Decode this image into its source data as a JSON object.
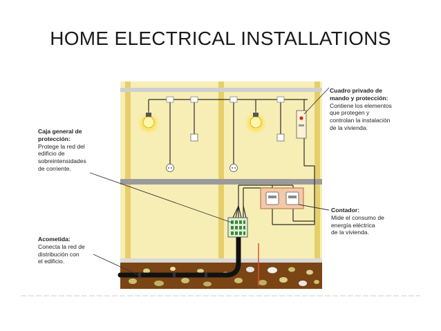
{
  "title": "HOME ELECTRICAL INSTALLATIONS",
  "labels": {
    "cuadro": {
      "head": "Cuadro privado de\nmando y protección:",
      "body": "Contiene los elementos\nque protegen y\ncontrolan la instalación\nde la vivienda."
    },
    "caja": {
      "head": "Caja general de\nprotección:",
      "body": "Protege la red del\nedificio de\nsobreintensidades\nde corriente."
    },
    "contador": {
      "head": "Contador:",
      "body": "Mide el consumo de\nenergía eléctrica\nde la vivienda."
    },
    "acometida": {
      "head": "Acometida:",
      "body": "Conecta la red de\ndistribución con\nel edificio."
    }
  },
  "colors": {
    "wall": "#f7eeb6",
    "beam": "#e6cf6a",
    "floor_slab": "#9a9a9a",
    "ground": "#7a4415",
    "cable": "#2b2b2b",
    "conduit": "#111111",
    "meter_box": "#f4c9a8"
  }
}
